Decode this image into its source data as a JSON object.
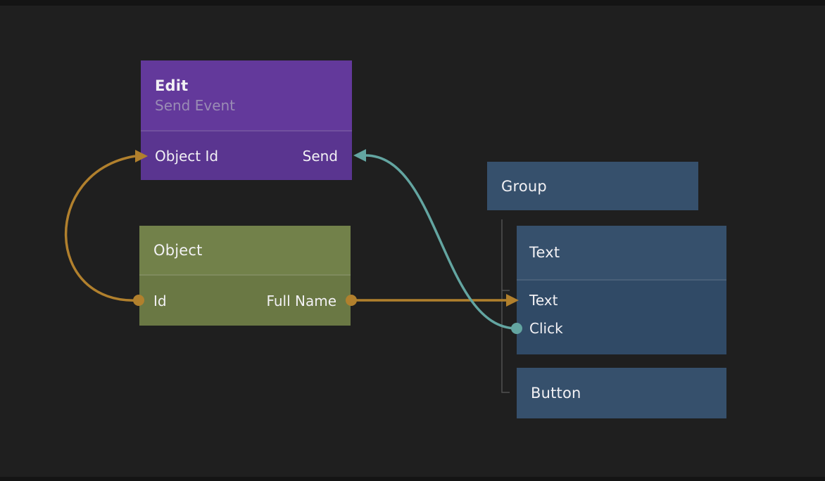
{
  "colors": {
    "background": "#1f1f1f",
    "text": "#f2f1f4",
    "subtitle": "#9a8cb5",
    "node-edit-header": "#63399b",
    "node-edit-body": "#5a3590",
    "node-object-header": "#72814a",
    "node-object-body": "#6a7844",
    "node-blue-header": "#36506c",
    "node-blue-body": "#304a66",
    "edge-orange": "#b1802d",
    "edge-teal": "#63a5a1",
    "tree-line": "#505050"
  },
  "nodes": {
    "edit": {
      "title": "Edit",
      "subtitle": "Send Event",
      "input_port": "Object Id",
      "output_port": "Send"
    },
    "object": {
      "title": "Object",
      "id_port": "Id",
      "full_name_port": "Full Name"
    },
    "group": {
      "title": "Group"
    },
    "text": {
      "title": "Text",
      "text_port": "Text",
      "click_port": "Click"
    },
    "button": {
      "title": "Button"
    }
  },
  "edges": [
    {
      "from": "Object.Id",
      "to": "Edit.Object Id",
      "color": "#b1802d"
    },
    {
      "from": "Object.Full Name",
      "to": "Text.Text",
      "color": "#b1802d"
    },
    {
      "from": "Text.Click",
      "to": "Edit.Send",
      "color": "#63a5a1"
    }
  ]
}
